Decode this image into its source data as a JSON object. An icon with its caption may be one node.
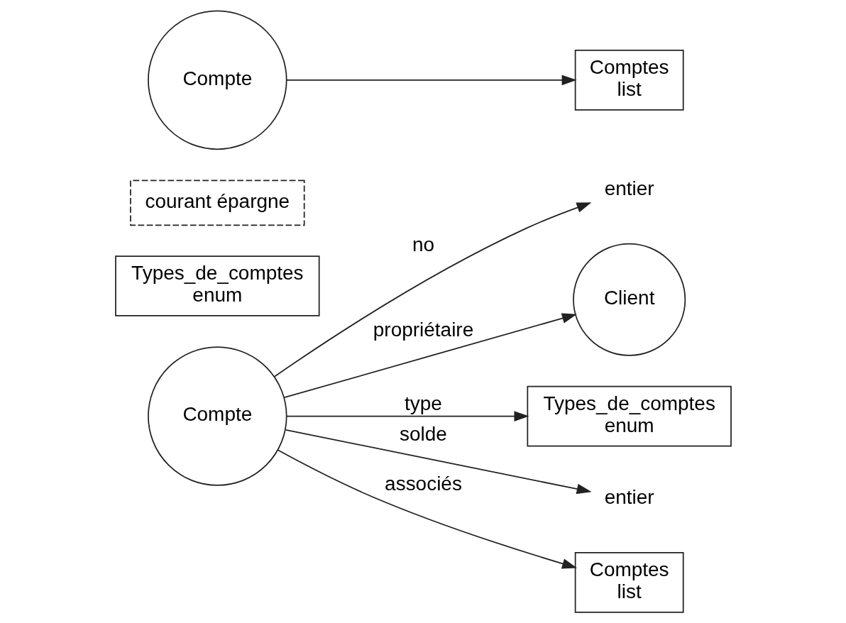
{
  "diagram": {
    "nodes": [
      {
        "text": [
          "Compte"
        ]
      },
      {
        "text": [
          "entier"
        ]
      },
      {
        "text": [
          "Client"
        ]
      },
      {
        "text": [
          "Types_de_comptes",
          "enum"
        ]
      },
      {
        "text": [
          "entier"
        ]
      },
      {
        "text": [
          "Comptes",
          "list"
        ]
      },
      {
        "text": [
          "Types_de_comptes",
          "enum"
        ]
      },
      {
        "text": [
          "courant épargne"
        ]
      },
      {
        "text": [
          "Comptes",
          "list"
        ]
      },
      {
        "text": [
          "Compte"
        ]
      }
    ],
    "edges": [
      {
        "from": 0,
        "to": 1,
        "arrow": "to",
        "label": "no"
      },
      {
        "from": 0,
        "to": 2,
        "arrow": "to",
        "label": "propriétaire"
      },
      {
        "from": 0,
        "to": 3,
        "arrow": "to",
        "label": "type"
      },
      {
        "from": 0,
        "to": 4,
        "arrow": "to",
        "label": "solde"
      },
      {
        "from": 0,
        "to": 5,
        "arrow": "to",
        "label": "associés"
      },
      {
        "from": 9,
        "to": 8,
        "arrow": "to"
      }
    ]
  }
}
